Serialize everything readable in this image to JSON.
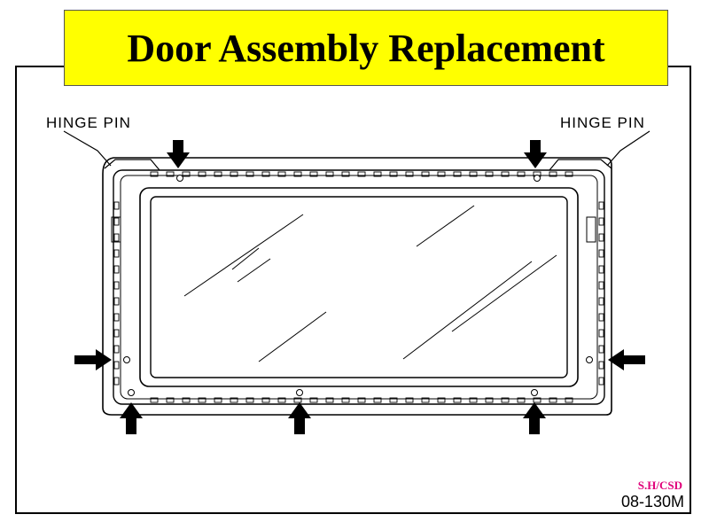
{
  "title": "Door Assembly Replacement",
  "labels": {
    "hinge_left": "HINGE PIN",
    "hinge_right": "HINGE PIN"
  },
  "footer": {
    "credit": "S.H/CSD",
    "code": "08-130M"
  },
  "colors": {
    "banner": "#ffff00",
    "credit": "#e0007a"
  },
  "icons": [
    "arrow-down-icon",
    "arrow-up-icon",
    "arrow-right-icon",
    "arrow-left-icon",
    "screw-icon"
  ]
}
